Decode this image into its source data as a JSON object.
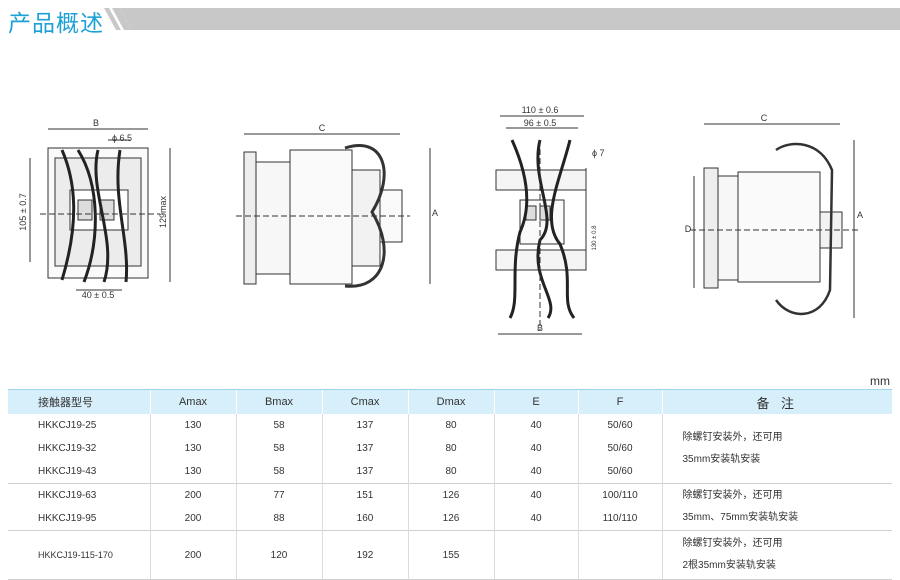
{
  "header": {
    "title": "产品概述"
  },
  "drawings": {
    "view1": {
      "dim_b": "B",
      "dim_hole": "ϕ 6.5",
      "dim_height": "105 ± 0.7",
      "dim_max": "129max",
      "dim_bottom": "40 ± 0.5"
    },
    "view2": {
      "dim_c": "C",
      "dim_a": "A"
    },
    "view3": {
      "dim_top1": "110 ± 0.6",
      "dim_top2": "96 ± 0.5",
      "dim_hole": "ϕ 7",
      "dim_side": "130 ± 0.8",
      "dim_b": "B"
    },
    "view4": {
      "dim_c": "C",
      "dim_d": "D",
      "dim_a": "A"
    }
  },
  "unit": "mm",
  "table": {
    "headers": [
      "接触器型号",
      "Amax",
      "Bmax",
      "Cmax",
      "Dmax",
      "E",
      "F",
      "备 注"
    ],
    "rows": [
      [
        "HKKCJ19-25",
        "130",
        "58",
        "137",
        "80",
        "40",
        "50/60"
      ],
      [
        "HKKCJ19-32",
        "130",
        "58",
        "137",
        "80",
        "40",
        "50/60"
      ],
      [
        "HKKCJ19-43",
        "130",
        "58",
        "137",
        "80",
        "40",
        "50/60"
      ],
      [
        "HKKCJ19-63",
        "200",
        "77",
        "151",
        "126",
        "40",
        "100/110"
      ],
      [
        "HKKCJ19-95",
        "200",
        "88",
        "160",
        "126",
        "40",
        "110/110"
      ],
      [
        "HKKCJ19-115-170",
        "200",
        "120",
        "192",
        "155",
        "",
        ""
      ]
    ],
    "remarks": [
      {
        "line1": "除螺钉安装外，还可用",
        "line2": "35mm安装轨安装"
      },
      {
        "line1": "除螺钉安装外，还可用",
        "line2": "35mm、75mm安装轨安装"
      },
      {
        "line1": "除螺钉安装外，还可用",
        "line2": "2根35mm安装轨安装"
      }
    ]
  }
}
